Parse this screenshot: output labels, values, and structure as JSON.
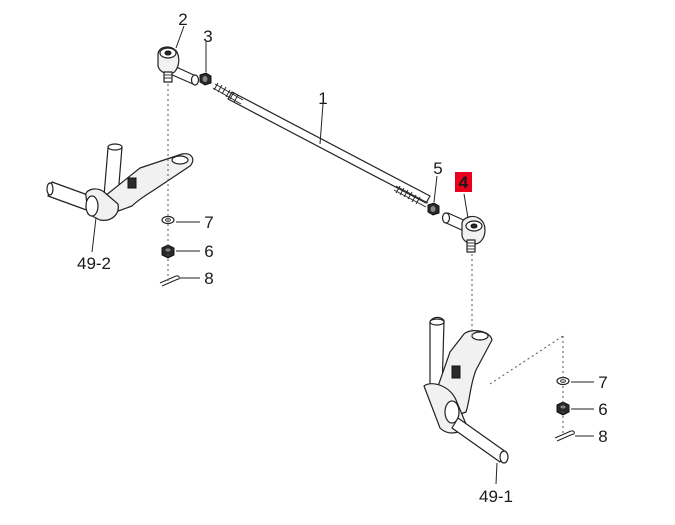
{
  "callouts": {
    "tie_rod": "1",
    "ball_joint_left": "2",
    "nut_left": "3",
    "ball_joint_right": "4",
    "nut_right": "5",
    "castle_nut_left": "6",
    "washer_left": "7",
    "cotter_pin_left": "8",
    "castle_nut_right": "6",
    "washer_right": "7",
    "cotter_pin_right": "8",
    "knuckle_left": "49-2",
    "knuckle_right": "49-1"
  },
  "highlight": {
    "callout": "4",
    "color": "#e8001c"
  }
}
